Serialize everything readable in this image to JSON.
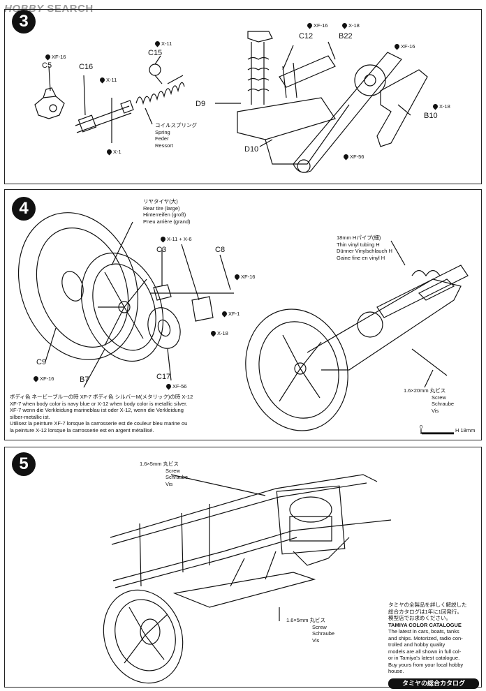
{
  "watermark": {
    "brand": "HOBBY",
    "word": "SEARCH"
  },
  "steps": [
    {
      "number": "3"
    },
    {
      "number": "4"
    },
    {
      "number": "5"
    }
  ],
  "step3": {
    "parts": {
      "c5": "C5",
      "c16": "C16",
      "c15": "C15",
      "c12": "C12",
      "b22": "B22",
      "d9": "D9",
      "d10": "D10",
      "b10": "B10"
    },
    "paints": {
      "c5": "XF-16",
      "c16": "X-11",
      "c16b": "X-1",
      "c15": "X-11",
      "c12": "XF-16",
      "b22": "X-18",
      "top": "XF-16",
      "b10": "X-18",
      "d10": "XF-56"
    },
    "spring": {
      "jp": "コイルスプリング",
      "en": "Spring",
      "de": "Feder",
      "fr": "Ressort"
    }
  },
  "step4": {
    "tire": {
      "jp": "リヤタイヤ(大)",
      "en": "Rear tire (large)",
      "de": "Hinterreifen (groß)",
      "fr": "Pneu arrière (grand)"
    },
    "parts": {
      "c3": "C3",
      "c8": "C8",
      "c9": "C9",
      "b7": "B7",
      "c17": "C17"
    },
    "paints": {
      "c3": "X-11 + X-6",
      "c8": "XF-16",
      "c8b": "XF-1",
      "c3b": "X-18",
      "c9": "XF-16",
      "c17": "XF-56"
    },
    "tubing": {
      "jp": "18mm Hパイプ(細)",
      "en": "Thin vinyl tubing H",
      "de": "Dünner Vinylschlauch H",
      "fr": "Gaine fine en vinyl H"
    },
    "screw": {
      "size": "1.6×20mm 丸ビス",
      "en": "Screw",
      "de": "Schraube",
      "fr": "Vis"
    },
    "scale": {
      "zero": "0",
      "label": "H 18mm"
    },
    "notes": [
      "ボディ色 ネービーブルーの時 XF-7  ボディ色 シルバーM(メタリック)の時 X-12",
      "XF-7 when body color is navy blue or X-12 when body color is metallic silver.",
      "XF-7 wenn die Verkleidung marineblau ist oder X-12, wenn die Verkleidung",
      "silber-metallic ist.",
      "Utilisez la peinture XF-7 lorsque la carrosserie est de couleur bleu marine ou",
      "la peinture X-12 lorsque la carrosserie est en argent métallisé."
    ]
  },
  "step5": {
    "screw_top": {
      "size": "1.6×5mm 丸ビス",
      "en": "Screw",
      "de": "Schraube",
      "fr": "Vis"
    },
    "screw_bottom": {
      "size": "1.6×5mm 丸ビス",
      "en": "Screw",
      "de": "Schraube",
      "fr": "Vis"
    }
  },
  "catalogue": {
    "jp": [
      "タミヤの全製品を詳しく解説した",
      "総合カタログは1年に1回発行。",
      "模型店でお求めください。"
    ],
    "title": "TAMIYA COLOR CATALOGUE",
    "body": [
      "The latest in cars, boats, tanks",
      "and ships. Motorized, radio con-",
      "trolled and hobby quality",
      "models are all shown in full col-",
      "or in Tamiya's latest catalogue.",
      "Buy yours from your local hobby",
      "house."
    ],
    "button": "タミヤの総合カタログ"
  }
}
